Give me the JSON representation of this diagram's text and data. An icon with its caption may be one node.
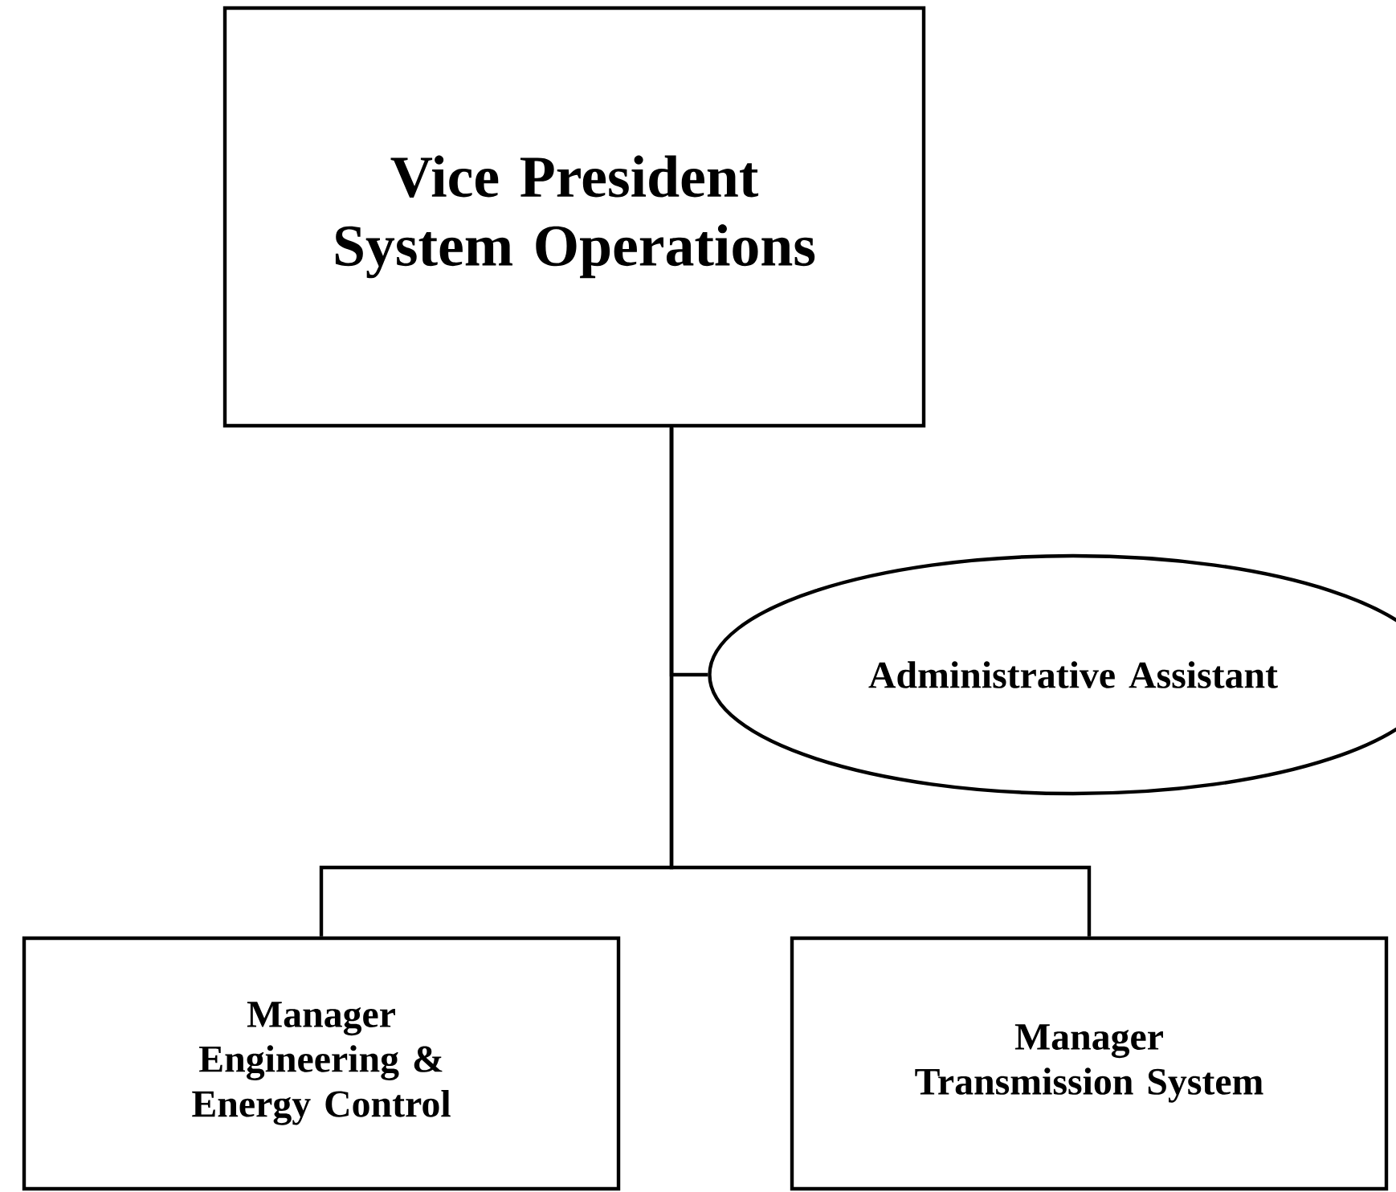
{
  "diagram": {
    "nodes": [
      {
        "text": [
          "Vice President System Operations"
        ]
      },
      {
        "text": [
          "Administrative Assistant"
        ]
      },
      {
        "text": [
          "Manager Engineering & Energy Control"
        ]
      },
      {
        "text": [
          "Manager Transmission System"
        ]
      }
    ],
    "edges": [
      {
        "from": 0,
        "to": 1,
        "arrow": "none"
      },
      {
        "from": 0,
        "to": 2,
        "arrow": "none"
      },
      {
        "from": 0,
        "to": 3,
        "arrow": "none"
      }
    ]
  }
}
